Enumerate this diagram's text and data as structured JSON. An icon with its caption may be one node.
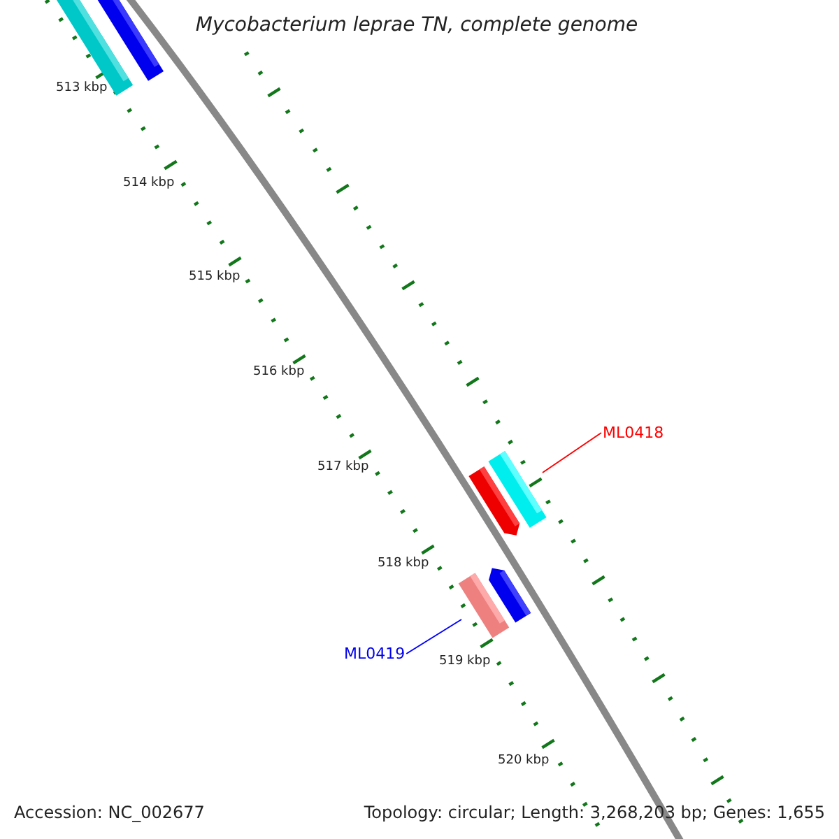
{
  "diagram": {
    "title": "Mycobacterium leprae TN, complete genome",
    "nodes": [
      {
        "text": [
          "ML0418"
        ]
      },
      {
        "text": [],
        "shape": "bar"
      },
      {
        "text": [
          "ML0419"
        ]
      },
      {
        "text": [],
        "shape": "bar"
      }
    ],
    "edges": [
      {
        "from": 0,
        "to": 1,
        "arrow": "none",
        "color": "#ff0000"
      },
      {
        "from": 2,
        "to": 3,
        "arrow": "none",
        "color": "#0000ff"
      }
    ],
    "labels": [
      "513 kbp",
      "514 kbp",
      "515 kbp",
      "516 kbp",
      "517 kbp",
      "518 kbp",
      "519 kbp",
      "520 kbp",
      "Accession: NC_002677",
      "Topology: circular; Length: 3,268,203 bp; Genes: 1,655"
    ]
  }
}
